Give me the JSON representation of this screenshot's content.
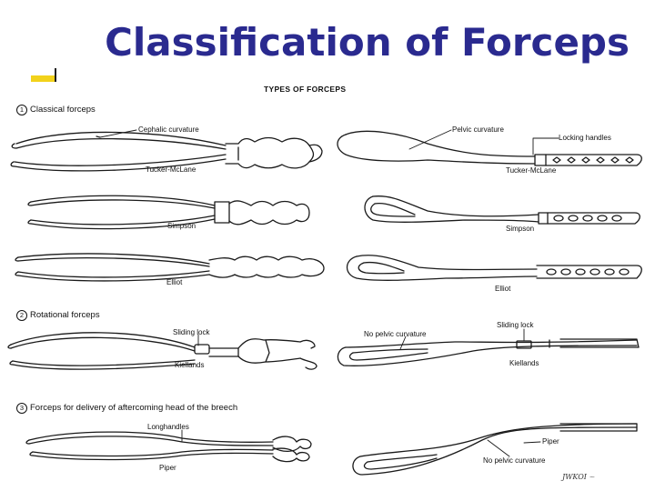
{
  "title": "Classification of Forceps",
  "subtitle": "TYPES OF FORCEPS",
  "sections": [
    {
      "num": "1",
      "text": "Classical forceps"
    },
    {
      "num": "2",
      "text": "Rotational forceps"
    },
    {
      "num": "3",
      "text": "Forceps for delivery of aftercoming head of the breech"
    }
  ],
  "labels": {
    "cephalic_curvature": "Cephalic curvature",
    "tucker_mclane_left": "Tucker-McLane",
    "simpson_left": "Simpson",
    "elliot_left": "Elliot",
    "pelvic_curvature": "Pelvic curvature",
    "locking_handles": "Locking handles",
    "tucker_mclane_right": "Tucker-McLane",
    "simpson_right": "Simpson",
    "elliot_right": "Elliot",
    "sliding_lock_left": "Sliding lock",
    "kiellands_left": "Kiellands",
    "sliding_lock_right": "Sliding lock",
    "no_pelvic_curvature_1": "No pelvic curvature",
    "kiellands_right": "Kiellands",
    "longhandles": "Longhandles",
    "piper_left": "Piper",
    "piper_right": "Piper",
    "no_pelvic_curvature_2": "No pelvic curvature"
  },
  "watermark": "JWKOI",
  "colors": {
    "title": "#2a2a8f",
    "accent": "#f2d21b",
    "ink": "#111111"
  }
}
